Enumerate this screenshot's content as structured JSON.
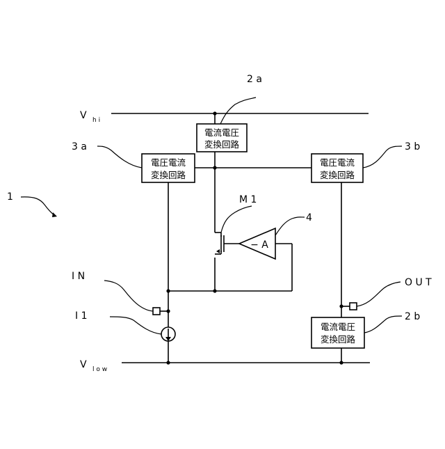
{
  "rails": {
    "vhi": {
      "main": "V",
      "sub": "h i"
    },
    "vlow": {
      "main": "V",
      "sub": "l o w"
    }
  },
  "blocks": {
    "b2a": {
      "ref": "2 a",
      "line1": "電流電圧",
      "line2": "変換回路"
    },
    "b3a": {
      "ref": "3 a",
      "line1": "電圧電流",
      "line2": "変換回路"
    },
    "b3b": {
      "ref": "3 b",
      "line1": "電圧電流",
      "line2": "変換回路"
    },
    "b2b": {
      "ref": "2 b",
      "line1": "電流電圧",
      "line2": "変換回路"
    }
  },
  "components": {
    "transistor": "M 1",
    "amp_ref": "4",
    "amp_text": "− A",
    "circuit_ref": "1"
  },
  "terminals": {
    "in": "I N",
    "out": "O U T",
    "current_source": "I 1"
  }
}
